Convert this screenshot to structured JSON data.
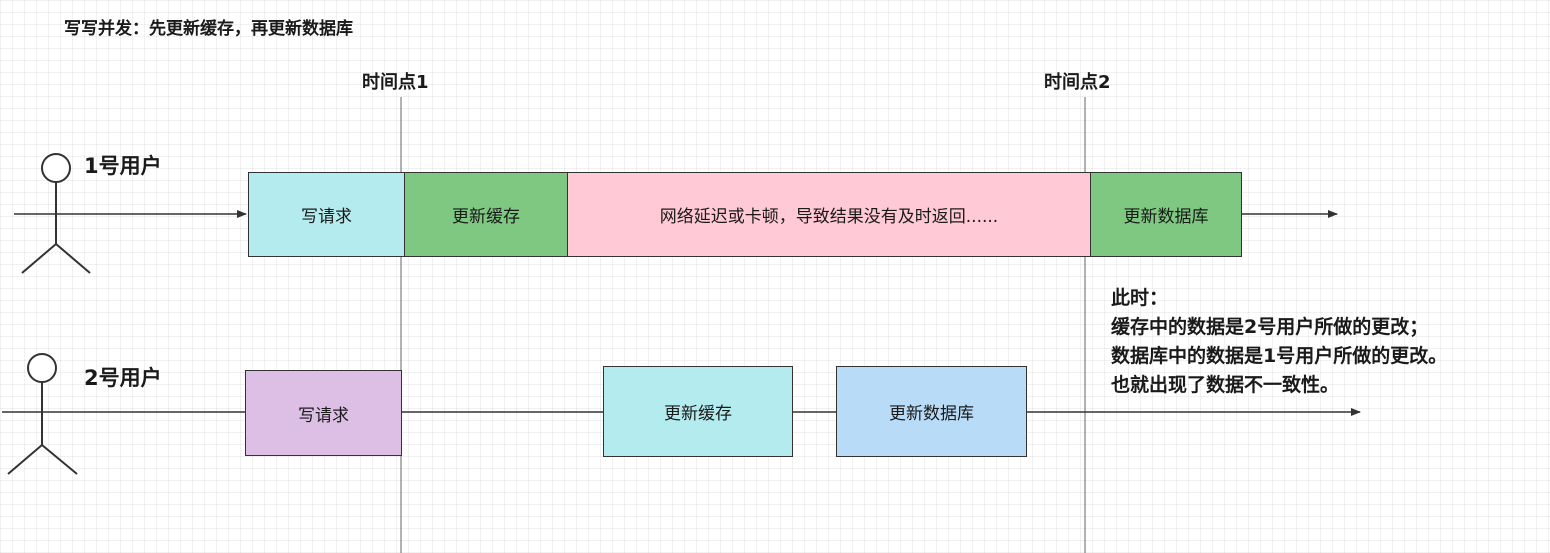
{
  "title": "写写并发：先更新缓存，再更新数据库",
  "time_markers": {
    "t1": "时间点1",
    "t2": "时间点2"
  },
  "user1": {
    "label": "1号用户",
    "steps": {
      "write_request": "写请求",
      "update_cache": "更新缓存",
      "delay": "网络延迟或卡顿，导致结果没有及时返回......",
      "update_db": "更新数据库"
    }
  },
  "user2": {
    "label": "2号用户",
    "steps": {
      "write_request": "写请求",
      "update_cache": "更新缓存",
      "update_db": "更新数据库"
    }
  },
  "note": {
    "line1": "此时：",
    "line2": "缓存中的数据是2号用户所做的更改；",
    "line3": "数据库中的数据是1号用户所做的更改。",
    "line4": "也就出现了数据不一致性。"
  },
  "colors": {
    "write_request_cyan": "#b3ebee",
    "update_cache_green": "#7ec882",
    "delay_pink": "#ffc9d6",
    "write_request_purple": "#ddbfe6",
    "update_cache_cyan": "#b3ebee",
    "update_db_blue": "#b8dcf8"
  }
}
